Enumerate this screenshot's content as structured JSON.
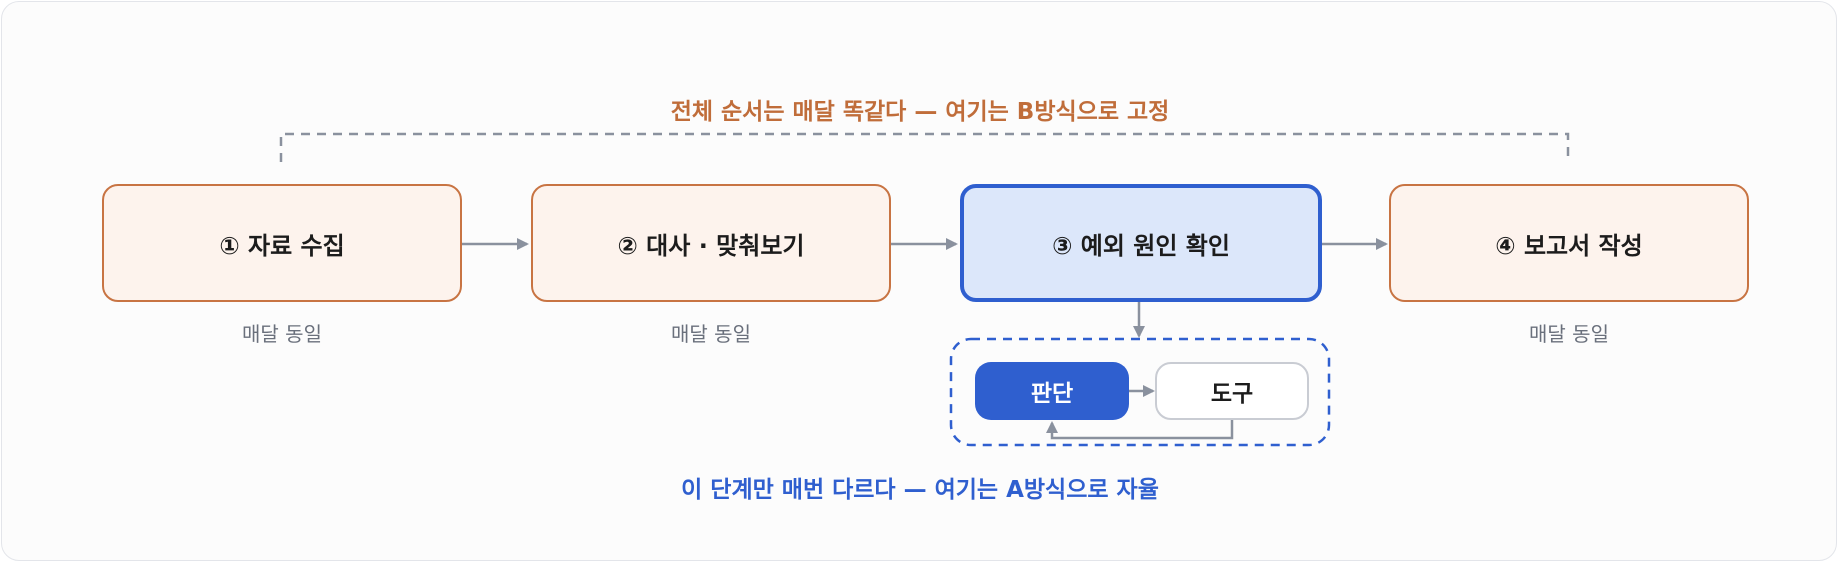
{
  "top_note": "전체 순서는 매달 똑같다 — 여기는 B방식으로 고정",
  "bottom_note": "이 단계만 매번 다르다 — 여기는 A방식으로 자율",
  "steps": [
    {
      "label": "① 자료 수집",
      "sub": "매달 동일"
    },
    {
      "label": "② 대사 · 맞춰보기",
      "sub": "매달 동일"
    },
    {
      "label": "③ 예외 원인 확인",
      "sub": ""
    },
    {
      "label": "④ 보고서 작성",
      "sub": "매달 동일"
    }
  ],
  "loop": {
    "judge": "판단",
    "tool": "도구"
  },
  "colors": {
    "fixed_border": "#c87443",
    "fixed_fill": "#fdf3ed",
    "focus_border": "#2f5fcf",
    "focus_fill": "#dce7fa",
    "arrow": "#8a919e",
    "fixed_text": "#c06d3a",
    "auto_text": "#2f5fcf"
  }
}
